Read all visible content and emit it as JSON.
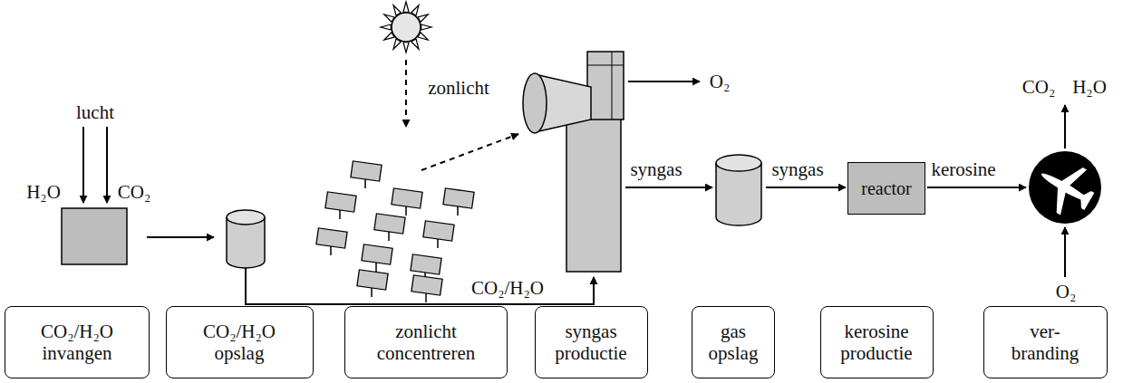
{
  "diagram": {
    "nodes": [
      {
        "text": [
          "reactor"
        ]
      },
      {
        "text": [
          "CO₂/H₂O invangen"
        ]
      },
      {
        "text": [
          "CO₂/H₂O opslag"
        ]
      },
      {
        "text": [
          "zonlicht concentreren"
        ]
      },
      {
        "text": [
          "syngas productie"
        ]
      },
      {
        "text": [
          "gas opslag"
        ]
      },
      {
        "text": [
          "kerosine productie"
        ]
      },
      {
        "text": [
          "ver- branding"
        ]
      }
    ],
    "labels": [
      "lucht",
      "H₂O",
      "CO₂",
      "zonlicht",
      "O₂",
      "syngas",
      "syngas",
      "kerosine",
      "CO₂",
      "H₂O",
      "CO₂/H₂O",
      "O₂"
    ]
  }
}
